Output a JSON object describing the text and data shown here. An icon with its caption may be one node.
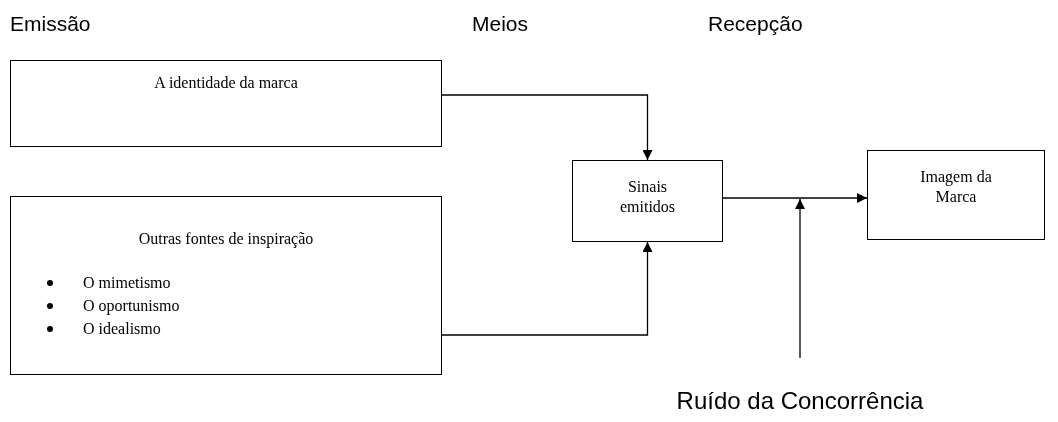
{
  "diagram": {
    "nodes": [
      {
        "text": [
          "A identidade da marca"
        ]
      },
      {
        "text": [
          "Outras fontes de inspiração",
          "O mimetismo",
          "O oportunismo",
          "O idealismo"
        ]
      },
      {
        "text": [
          "Sinais emitidos"
        ]
      },
      {
        "text": [
          "Imagem da Marca"
        ]
      },
      {
        "text": [
          "Ruído da Concorrência"
        ]
      }
    ],
    "edges": [
      {
        "from": 0,
        "to": 2,
        "arrow": "to"
      },
      {
        "from": 1,
        "to": 2,
        "arrow": "to"
      },
      {
        "from": 2,
        "to": 3,
        "arrow": "to"
      },
      {
        "from": 4,
        "to": null,
        "arrow": "to"
      }
    ],
    "labels": [
      "Emissão",
      "Meios",
      "Recepção"
    ]
  }
}
